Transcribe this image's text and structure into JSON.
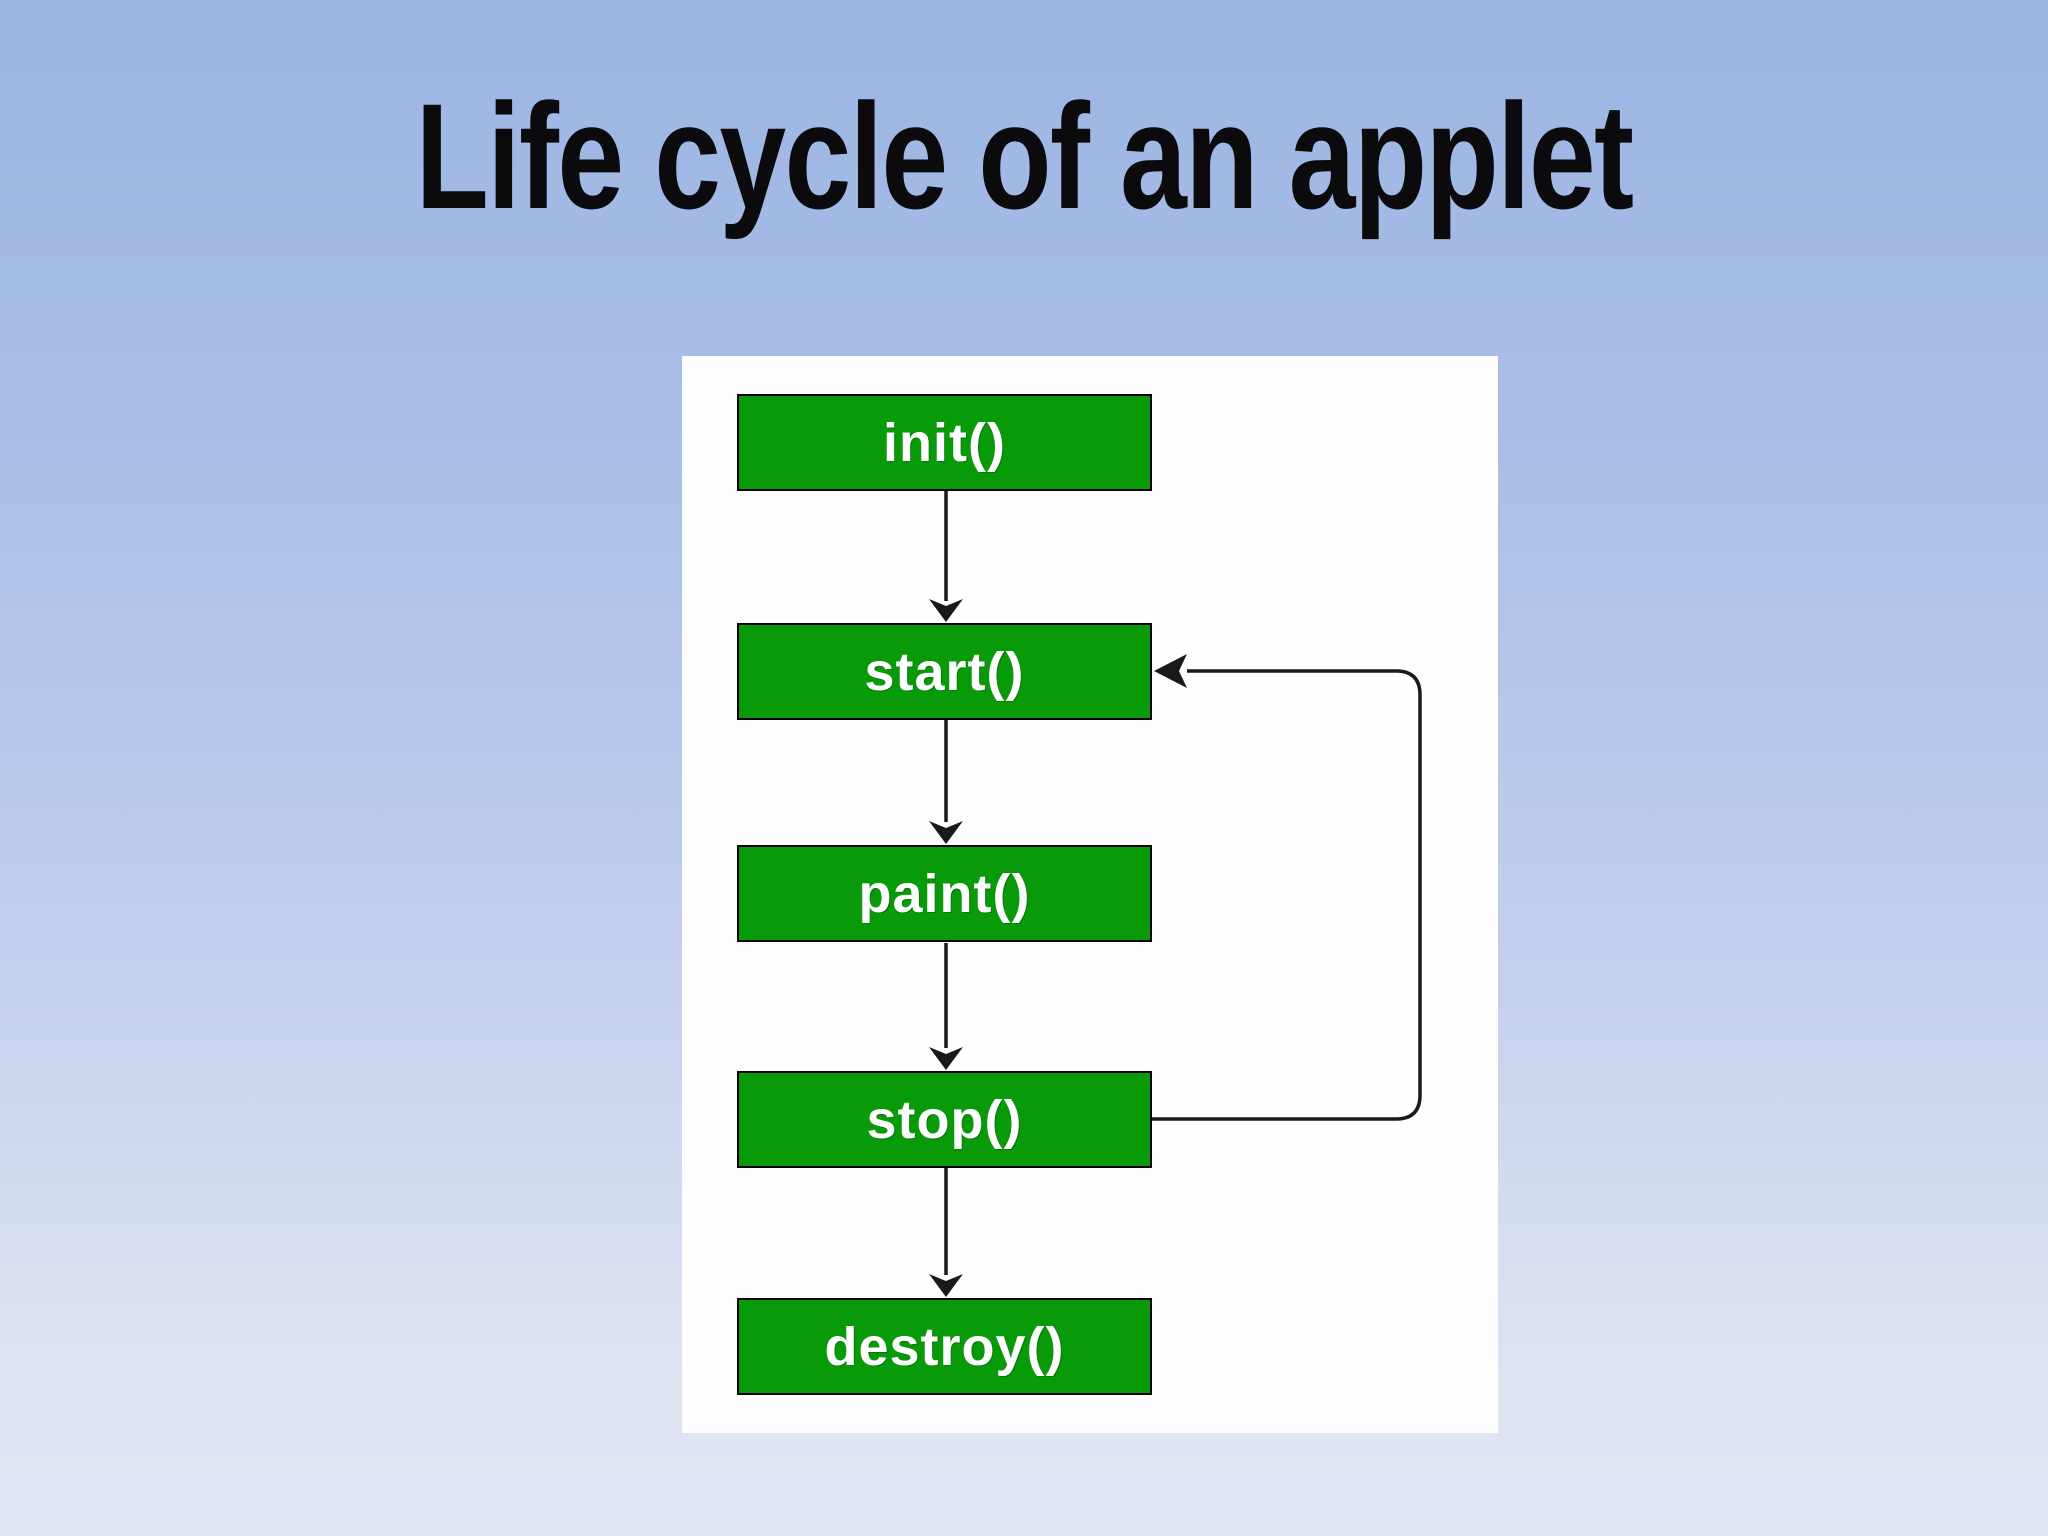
{
  "slide": {
    "title": "Life cycle of an applet"
  },
  "diagram": {
    "type": "flowchart",
    "nodes": [
      {
        "id": "init",
        "label": "init()"
      },
      {
        "id": "start",
        "label": "start()"
      },
      {
        "id": "paint",
        "label": "paint()"
      },
      {
        "id": "stop",
        "label": "stop()"
      },
      {
        "id": "destroy",
        "label": "destroy()"
      }
    ],
    "edges": [
      {
        "from": "init",
        "to": "start",
        "type": "straight-down"
      },
      {
        "from": "start",
        "to": "paint",
        "type": "straight-down"
      },
      {
        "from": "paint",
        "to": "stop",
        "type": "straight-down"
      },
      {
        "from": "stop",
        "to": "destroy",
        "type": "straight-down"
      },
      {
        "from": "stop",
        "to": "start",
        "type": "loop-right"
      }
    ],
    "colors": {
      "node_fill": "#089a08",
      "node_border": "#000000",
      "node_text": "#ffffff",
      "connector": "#1a1a1a",
      "panel_bg": "#fefefe",
      "background_top": "#9cb5e3",
      "background_bottom": "#e1e6f3",
      "title_text": "#0b0b0d"
    }
  }
}
